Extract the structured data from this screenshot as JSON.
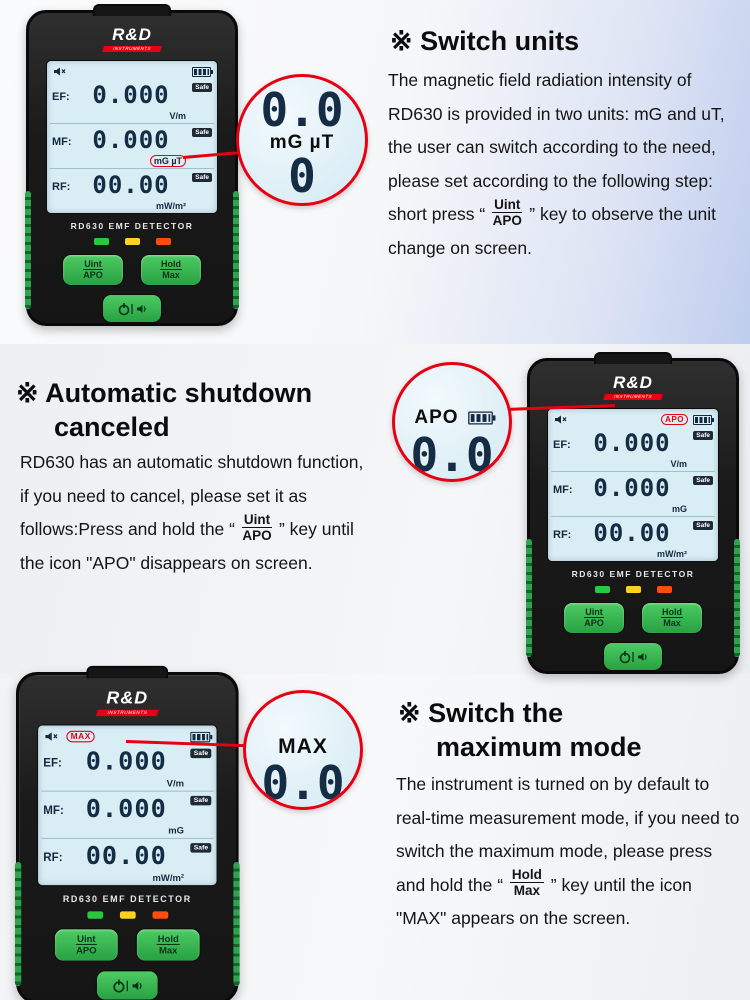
{
  "device": {
    "brand": "R&D",
    "brand_sub": "INSTRUMENTS",
    "ef_label": "EF:",
    "ef_value": "0.000",
    "ef_unit": "V/m",
    "mf_label": "MF:",
    "mf_value": "0.000",
    "rf_label": "RF:",
    "rf_value": "00.00",
    "rf_unit": "mW/m²",
    "safe_badge": "Safe",
    "model_line": "RD630  EMF  DETECTOR",
    "button_left_top": "Uint",
    "button_left_bottom": "APO",
    "button_right_top": "Hold",
    "button_right_bottom": "Max"
  },
  "devices": [
    {
      "mf_unit": "mG µT",
      "indicator": ""
    },
    {
      "mf_unit": "mG",
      "indicator": "APO"
    },
    {
      "mf_unit": "mG",
      "indicator": "MAX"
    }
  ],
  "callouts": [
    {
      "label": "mG µT",
      "digits_top": "0.0",
      "digits_bottom": "0"
    },
    {
      "label": "APO",
      "digits_bottom": "0.0"
    },
    {
      "label": "MAX",
      "digits_bottom": "0.0"
    }
  ],
  "sections": [
    {
      "title": "※ Switch units",
      "para_before": "The magnetic field radiation intensity of RD630 is provided in two units: mG and uT, the user can switch according to the need, please set according to the following step: short press “",
      "key_top": "Uint",
      "key_bottom": "APO",
      "para_after": "” key to observe the unit change on screen."
    },
    {
      "title_line1": "※ Automatic shutdown",
      "title_line2": "canceled",
      "para_before": "RD630 has an automatic shutdown function, if you need to cancel, please set it as follows:Press and hold the “",
      "key_top": "Uint",
      "key_bottom": "APO",
      "para_after": "” key until the icon \"APO\" disappears on screen."
    },
    {
      "title_line1": "※ Switch the",
      "title_line2": "maximum mode",
      "para_before": "The instrument is turned on by default to real-time measurement mode, if you need to switch the maximum mode, please press and hold the “",
      "key_top": "Hold",
      "key_bottom": "Max",
      "para_after": "” key until the icon \"MAX\" appears on the screen."
    }
  ],
  "colors": {
    "accent_red": "#e60012",
    "button_green": "#2fae4c",
    "led_green": "#28c840",
    "led_yellow": "#ffd21e",
    "led_red": "#ff4d12",
    "screen_bg": "#d9edf5"
  }
}
